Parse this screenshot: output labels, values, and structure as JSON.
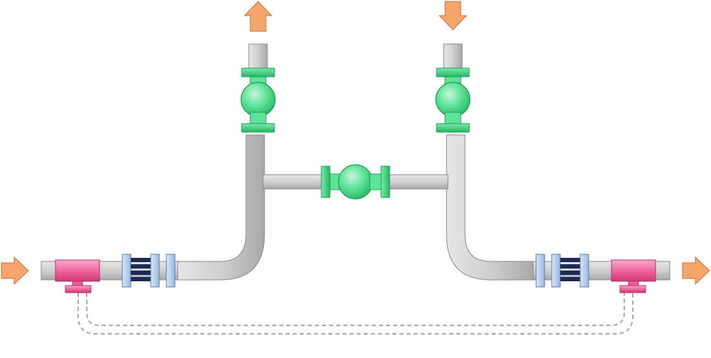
{
  "diagram": {
    "colors": {
      "pipe": "#c9c9c9",
      "pipe_outline": "#8a8a8a",
      "valve": "#34d67a",
      "valve_light": "#8ff0b8",
      "valve_outline": "#1e9c52",
      "tee": "#f0609a",
      "tee_light": "#f8a8c8",
      "tee_outline": "#b8326c",
      "flange": "#b7d3f2",
      "flange_outline": "#5f7fa8",
      "filter_tube": "#1c2a55",
      "arrow": "#f6a66c",
      "arrow_outline": "#c8733a",
      "bypass_line": "#a9a9a9"
    },
    "flow_arrows": [
      {
        "name": "inlet-arrow-left",
        "direction": "right"
      },
      {
        "name": "outlet-arrow-right",
        "direction": "right"
      },
      {
        "name": "outlet-arrow-up",
        "direction": "up"
      },
      {
        "name": "inlet-arrow-down",
        "direction": "down"
      }
    ],
    "components": [
      "left-tee",
      "left-filter",
      "left-flange",
      "left-riser-pipe",
      "left-ball-valve",
      "bridge-pipe",
      "bridge-ball-valve",
      "right-ball-valve",
      "right-riser-pipe",
      "right-flange",
      "right-filter",
      "right-tee",
      "bypass-line"
    ]
  }
}
